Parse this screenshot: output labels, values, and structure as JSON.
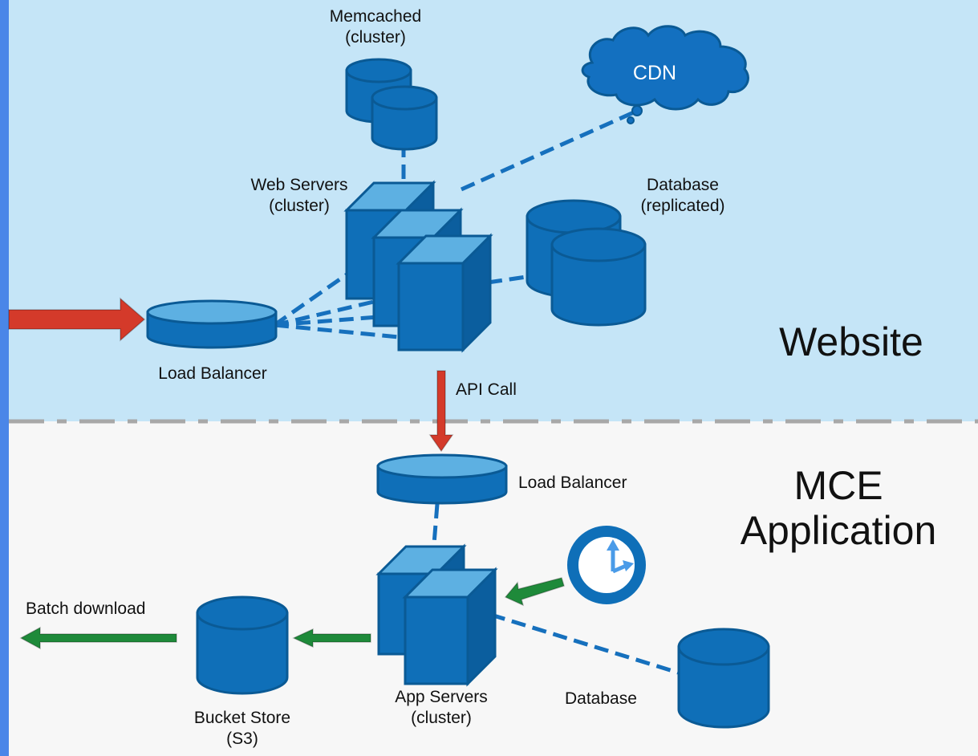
{
  "colors": {
    "top_bg": "#c5e5f7",
    "bottom_bg": "#f7f7f7",
    "left_bar": "#4a86e8",
    "shape_fill": "#0f6fb8",
    "shape_top": "#5db0e2",
    "shape_stroke": "#0a5a95",
    "dash_link": "#1670bd",
    "separator": "#a8a8a8",
    "arrow_red": "#d43a2a",
    "arrow_green": "#1e8a3a",
    "clock_hand": "#4a9be8",
    "cloud_fill": "#1370c0"
  },
  "icons": {
    "server": "server-box-icon",
    "database": "cylinder-database-icon",
    "load_balancer": "flat-cylinder-icon",
    "cdn": "cloud-icon",
    "scheduler": "clock-icon"
  },
  "website": {
    "section_label": "Website",
    "memcached_label": [
      "Memcached",
      "(cluster)"
    ],
    "cdn_label": "CDN",
    "web_servers_label": [
      "Web Servers",
      "(cluster)"
    ],
    "database_label": [
      "Database",
      "(replicated)"
    ],
    "load_balancer_label": "Load Balancer",
    "api_call_label": "API Call"
  },
  "mce": {
    "section_label": [
      "MCE",
      "Application"
    ],
    "load_balancer_label": "Load Balancer",
    "app_servers_label": [
      "App Servers",
      "(cluster)"
    ],
    "database_label": "Database",
    "bucket_store_label": [
      "Bucket Store",
      "(S3)"
    ],
    "batch_download_label": "Batch download"
  }
}
